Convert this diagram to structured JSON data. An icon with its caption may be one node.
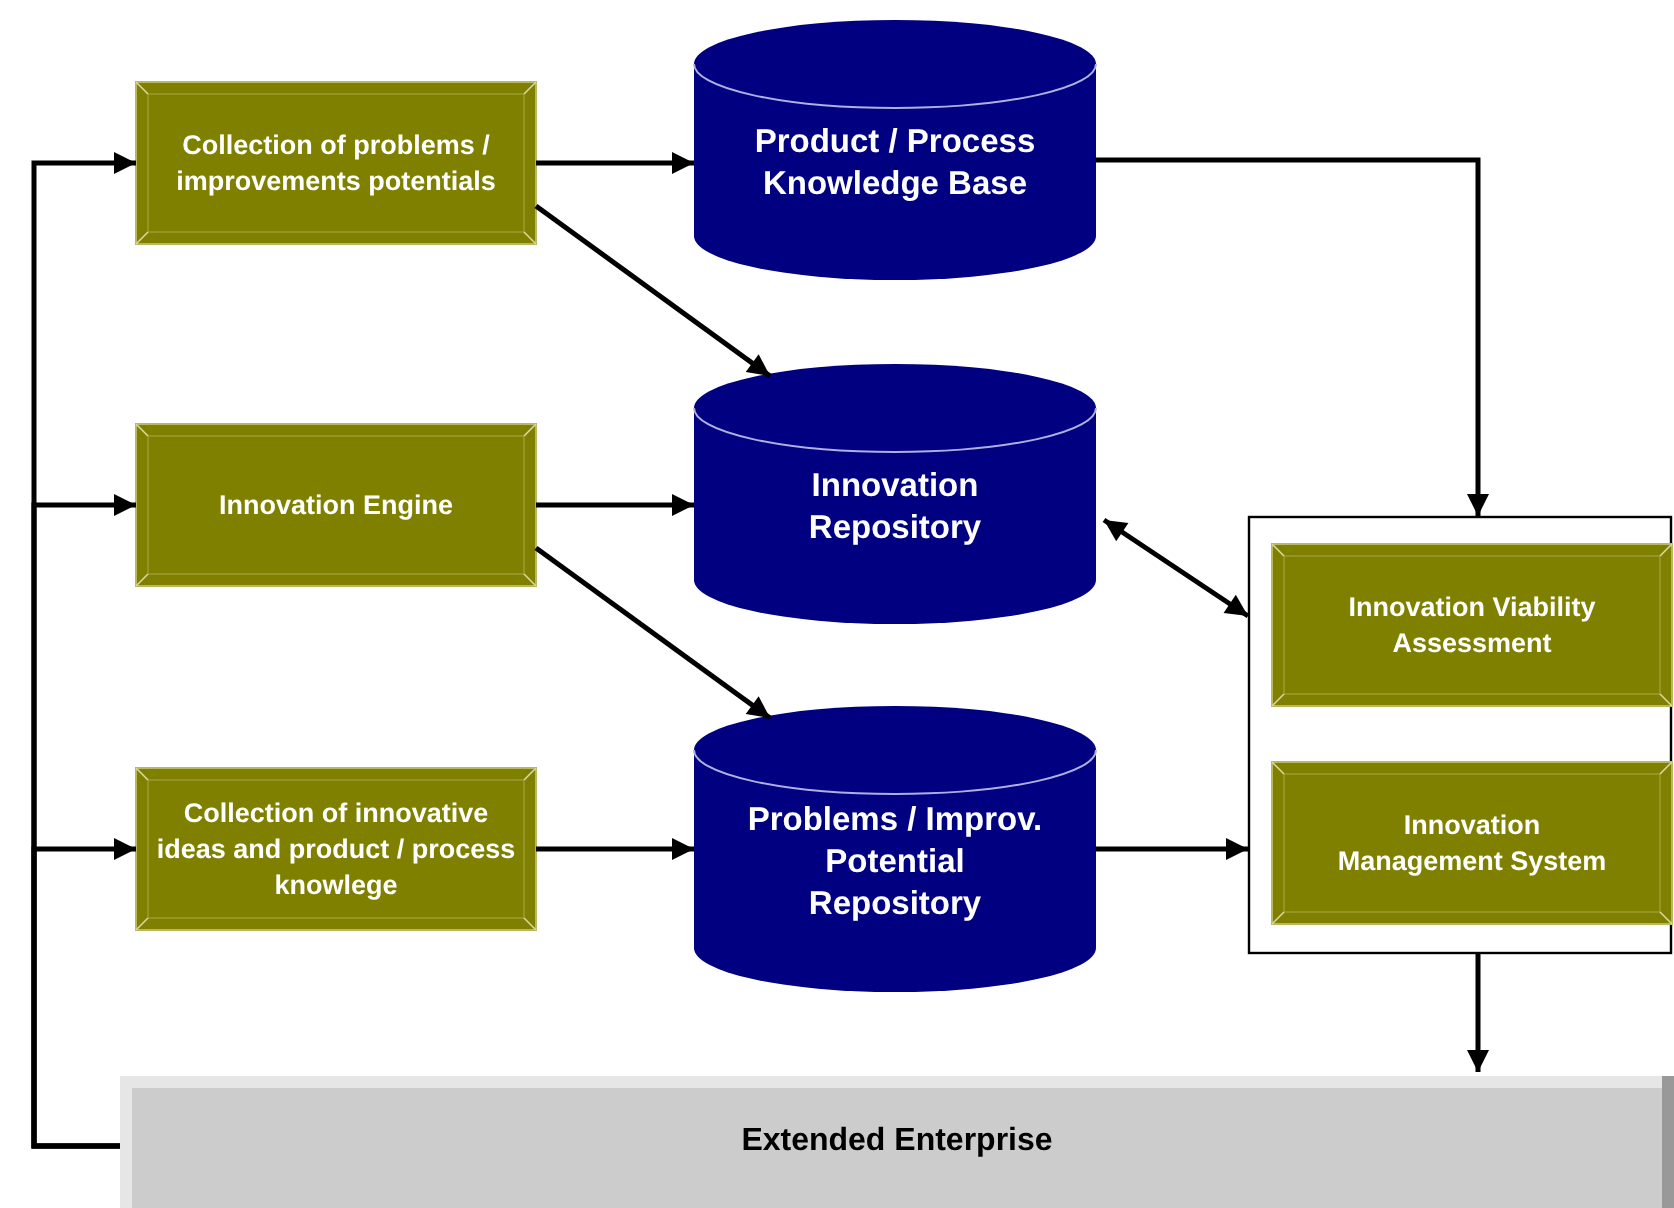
{
  "diagram": {
    "nodes": [
      {
        "text": [
          "Collection of problems / improvements potentials"
        ]
      },
      {
        "text": [
          "Product / Process Knowledge Base"
        ]
      },
      {
        "text": [
          "Innovation Engine"
        ]
      },
      {
        "text": [
          "Innovation Repository"
        ]
      },
      {
        "text": [
          "Collection of innovative ideas and product / process knowlege"
        ]
      },
      {
        "text": [
          "Problems / Improv. Potential Repository"
        ]
      },
      {
        "text": [],
        "shape": "box"
      },
      {
        "text": [
          "Innovation Viability Assessment"
        ],
        "in": 6
      },
      {
        "text": [
          "Innovation Management System"
        ],
        "in": 6
      },
      {
        "text": [
          "Extended Enterprise"
        ]
      }
    ],
    "edges": [
      {
        "from": 0,
        "to": 1,
        "arrow": "to"
      },
      {
        "from": 0,
        "to": 3,
        "arrow": "to"
      },
      {
        "from": 2,
        "to": 3,
        "arrow": "to"
      },
      {
        "from": 2,
        "to": 5,
        "arrow": "to"
      },
      {
        "from": 4,
        "to": 5,
        "arrow": "to"
      },
      {
        "from": 1,
        "to": 6,
        "arrow": "to"
      },
      {
        "from": 3,
        "to": 6,
        "arrow": "both"
      },
      {
        "from": 5,
        "to": 6,
        "arrow": "to"
      },
      {
        "from": 6,
        "to": 9,
        "arrow": "to"
      },
      {
        "from": 9,
        "to": 0,
        "arrow": "to"
      },
      {
        "from": 9,
        "to": 2,
        "arrow": "to"
      },
      {
        "from": 9,
        "to": 4,
        "arrow": "to"
      }
    ]
  }
}
